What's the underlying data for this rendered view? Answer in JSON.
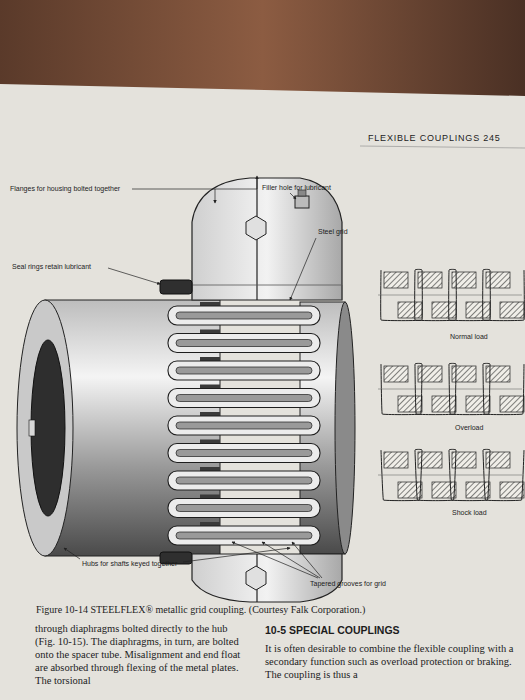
{
  "diagram": {
    "caption": "Figure 10-14 STEELFLEX® metallic grid coupling. (Courtesy Falk Corporation.)",
    "labels": [
      "FLEXIBLE COUPLINGS 245",
      "Flanges for housing bolted together",
      "Filler hole for lubricant",
      "Steel grid",
      "Seal rings retain lubricant",
      "Normal load",
      "Overload",
      "Shock load",
      "Hubs for shafts keyed together",
      "Tapered grooves for grid",
      "through diaphragms bolted directly to the hub (Fig. 10-15). The diaphragms, in turn, are bolted onto the spacer tube. Misalignment and end float are absorbed through flexing of the metal plates. The torsional",
      "10-5 SPECIAL COUPLINGS",
      "It is often desirable to combine the flexible coupling with a secondary function such as overload protection or braking. The coupling is thus a"
    ]
  }
}
